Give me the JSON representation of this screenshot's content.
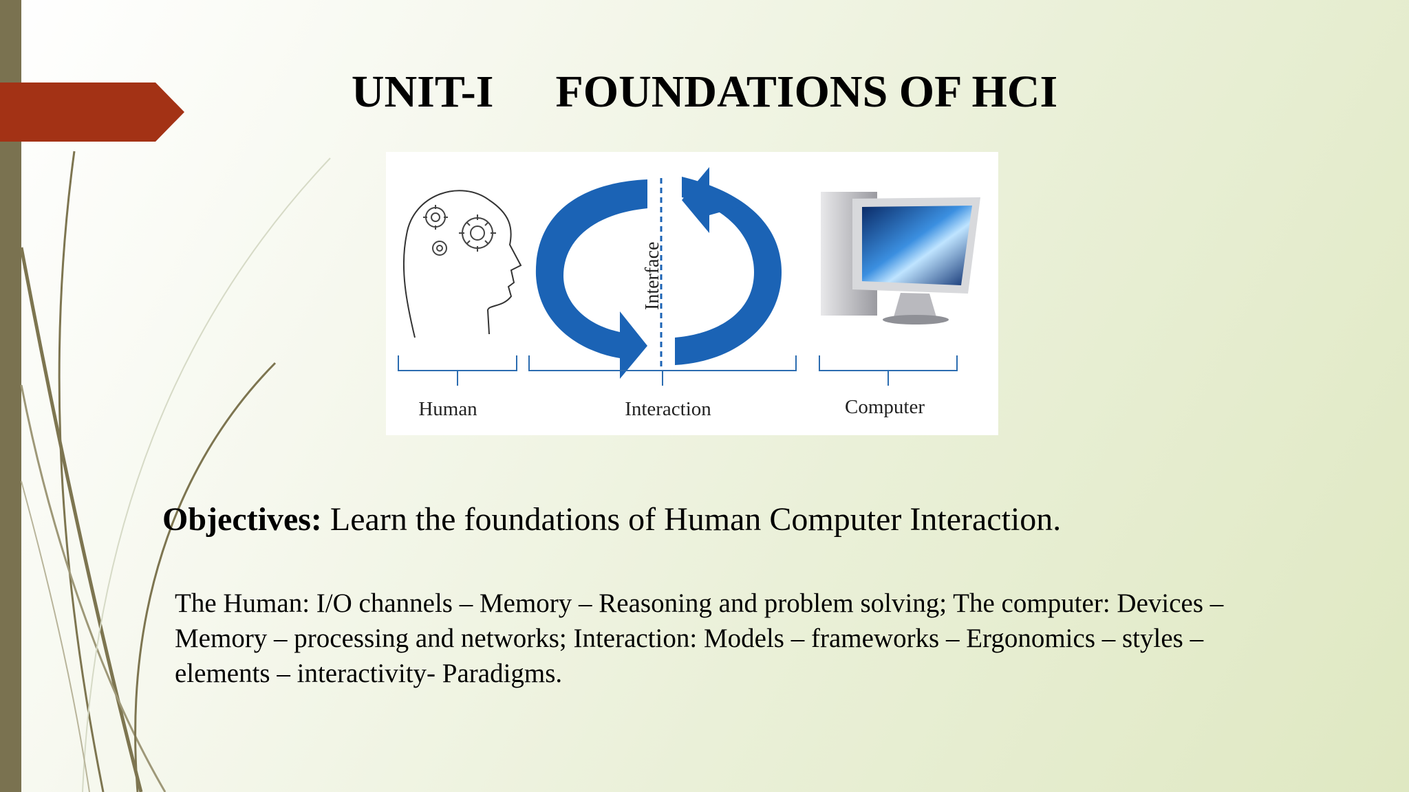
{
  "slide": {
    "title_unit": "UNIT-I",
    "title_main": "FOUNDATIONS OF HCI"
  },
  "diagram": {
    "label_human": "Human",
    "label_interaction": "Interaction",
    "label_computer": "Computer",
    "label_interface": "Interface",
    "colors": {
      "arrow": "#1b63b5",
      "brace": "#2b6cb0"
    }
  },
  "objectives": {
    "label": "Objectives:",
    "text": " Learn the foundations of Human Computer Interaction."
  },
  "syllabus": {
    "text": "The Human: I/O channels – Memory – Reasoning and problem solving; The computer: Devices – Memory – processing and networks; Interaction: Models – frameworks – Ergonomics – styles – elements – interactivity- Paradigms."
  },
  "theme": {
    "accent_red": "#a33215",
    "bar_olive": "#7a7250"
  }
}
